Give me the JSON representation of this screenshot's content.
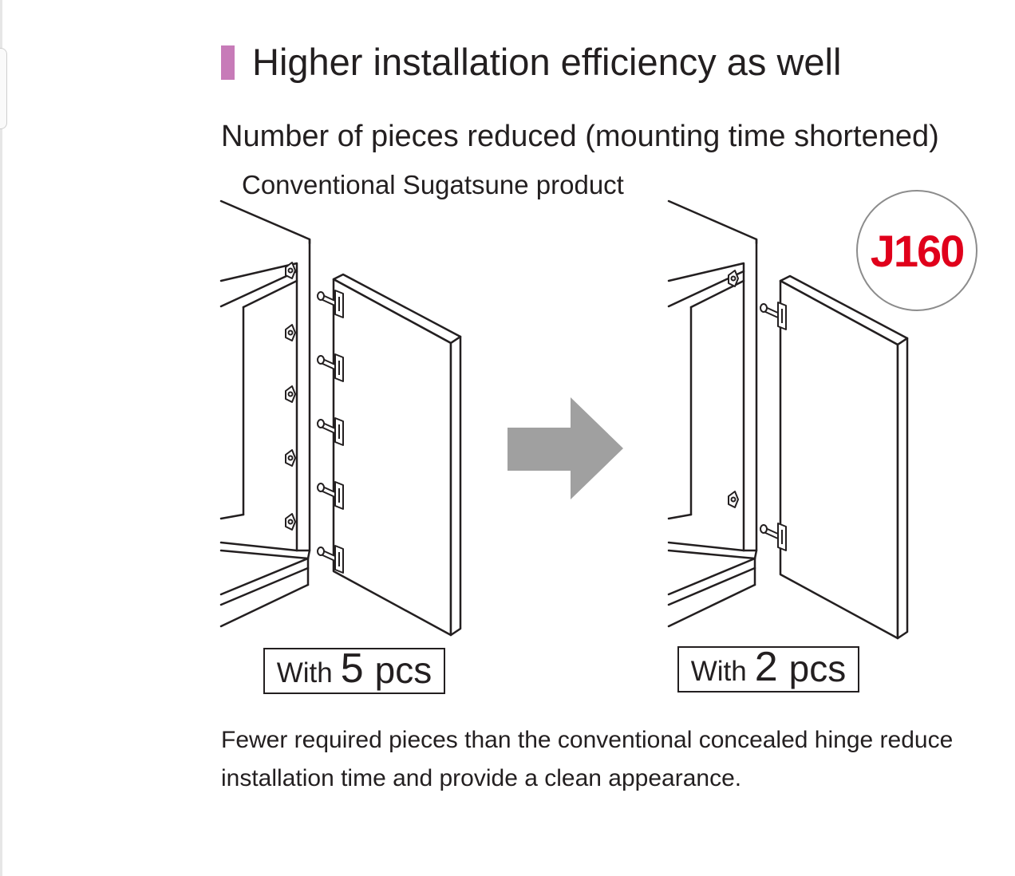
{
  "heading": "Higher installation efficiency as well",
  "accent_color": "#c77bb8",
  "subheading": "Number of pieces reduced (mounting time shortened)",
  "left": {
    "caption": "Conventional Sugatsune product",
    "count_prefix": "With",
    "count_number": "5",
    "count_unit": "pcs"
  },
  "right": {
    "badge": "J160",
    "badge_color": "#e0001b",
    "count_prefix": "With",
    "count_number": "2",
    "count_unit": "pcs"
  },
  "arrow_icon": "right-arrow-icon",
  "body_text": "Fewer required pieces than the conventional concealed hinge reduce installation time and provide a clean appearance."
}
